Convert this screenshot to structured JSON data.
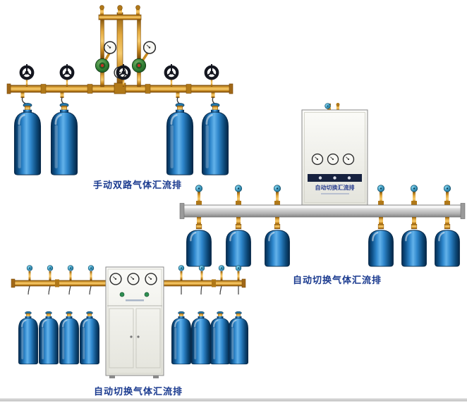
{
  "products": [
    {
      "id": "manual-dual-manifold",
      "caption": "手动双路气体汇流排"
    },
    {
      "id": "auto-switch-manifold-wall",
      "caption": "自动切换气体汇流排",
      "cabinet_label": "自动切换汇流排"
    },
    {
      "id": "auto-switch-manifold-floor",
      "caption": "自动切换气体汇流排"
    }
  ],
  "colors": {
    "caption": "#1a3a8f",
    "cylinder_blue": "#2f87cc",
    "cylinder_blue_dark": "#083459",
    "brass": "#d99a33",
    "regulator_green": "#2e7d32",
    "valve_knob_teal": "#3b97bd",
    "cabinet_white": "#f2f2ec",
    "rail_gray": "#c0c0c0"
  }
}
